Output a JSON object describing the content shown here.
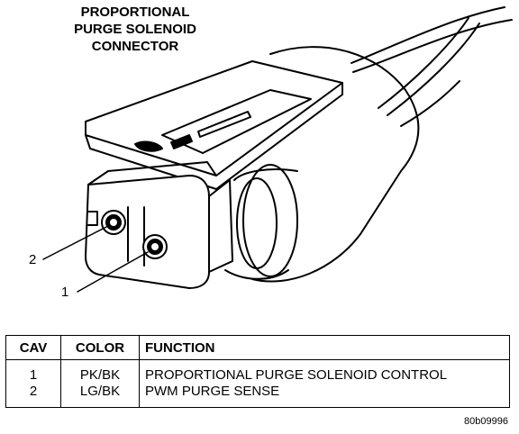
{
  "diagram": {
    "title_lines": [
      "PROPORTIONAL",
      "PURGE SOLENOID",
      "CONNECTOR"
    ],
    "callouts": [
      {
        "label": "2"
      },
      {
        "label": "1"
      }
    ],
    "reference_code": "80b09996"
  },
  "table": {
    "headers": [
      "CAV",
      "COLOR",
      "FUNCTION"
    ],
    "rows": [
      {
        "cav": "1",
        "color": "PK/BK",
        "function": "PROPORTIONAL PURGE SOLENOID CONTROL"
      },
      {
        "cav": "2",
        "color": "LG/BK",
        "function": "PWM PURGE SENSE"
      }
    ]
  }
}
